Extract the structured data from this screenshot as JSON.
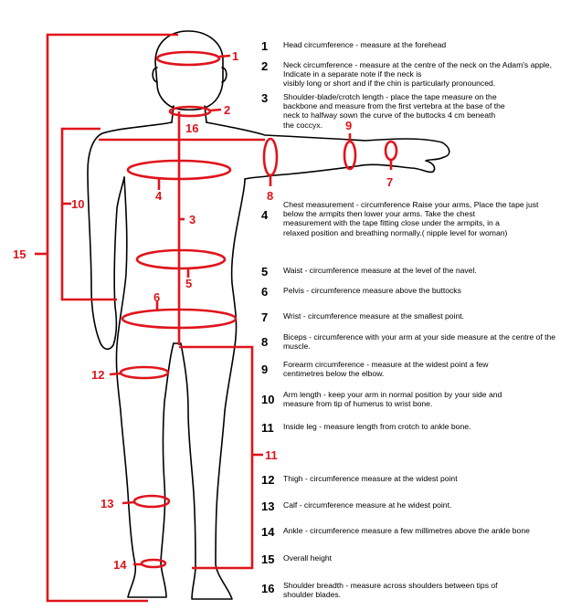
{
  "diagram_labels": [
    "1",
    "2",
    "16",
    "3",
    "4",
    "5",
    "6",
    "8",
    "9",
    "7",
    "10",
    "15",
    "12",
    "13",
    "14",
    "11"
  ],
  "colors": {
    "accent": "#e0141c",
    "outline": "#000000",
    "background": "#ffffff"
  },
  "legend": [
    {
      "num": "1",
      "text": "Head circumference - measure at the forehead"
    },
    {
      "num": "2",
      "text": "Neck circumference  - measure at the centre of the neck on the Adam's apple,\nIndicate in a separate note if the neck is\nvisibly long or short and if the chin is particularly pronounced."
    },
    {
      "num": "3",
      "text": "Shoulder-blade/crotch length - place the tape measure on the\nbackbone and measure from the first vertebra at the base of the\nneck to halfway sown the curve of the buttocks 4 cm beneath\nthe coccyx."
    },
    {
      "num": "4",
      "text": "Chest measurement - circumference  Raise your arms, Place the tape just\nbelow the armpits then lower your arms. Take the chest\nmeasurement with the tape fitting close under the armpits, in a\nrelaxed position and breathing normally.( nipple level for woman)"
    },
    {
      "num": "5",
      "text": "Waist -  circumference   measure at the level of the navel."
    },
    {
      "num": "6",
      "text": "Pelvis - circumference  measure above the buttocks"
    },
    {
      "num": "7",
      "text": "Wrist - circumference  measure at the smallest point."
    },
    {
      "num": "8",
      "text": "Biceps -  circumference  with your arm at your side measure at the centre of the\nmuscle."
    },
    {
      "num": "9",
      "text": "Forearm circumference - measure at the widest point a few\ncentimetres below the elbow."
    },
    {
      "num": "10",
      "text": "Arm length - keep your arm in normal position by your side and\nmeasure from tip of humerus to wrist bone."
    },
    {
      "num": "11",
      "text": "Inside leg - measure length from crotch to ankle bone."
    },
    {
      "num": "12",
      "text": "Thigh -  circumference   measure at the widest point"
    },
    {
      "num": "13",
      "text": "Calf -   circumference   measure at  he widest point."
    },
    {
      "num": "14",
      "text": "Ankle -  circumference   measure a few millimetres above the ankle bone"
    },
    {
      "num": "15",
      "text": "Overall height"
    },
    {
      "num": "16",
      "text": "Shoulder breadth - measure across shoulders between tips of\nshoulder blades."
    }
  ]
}
